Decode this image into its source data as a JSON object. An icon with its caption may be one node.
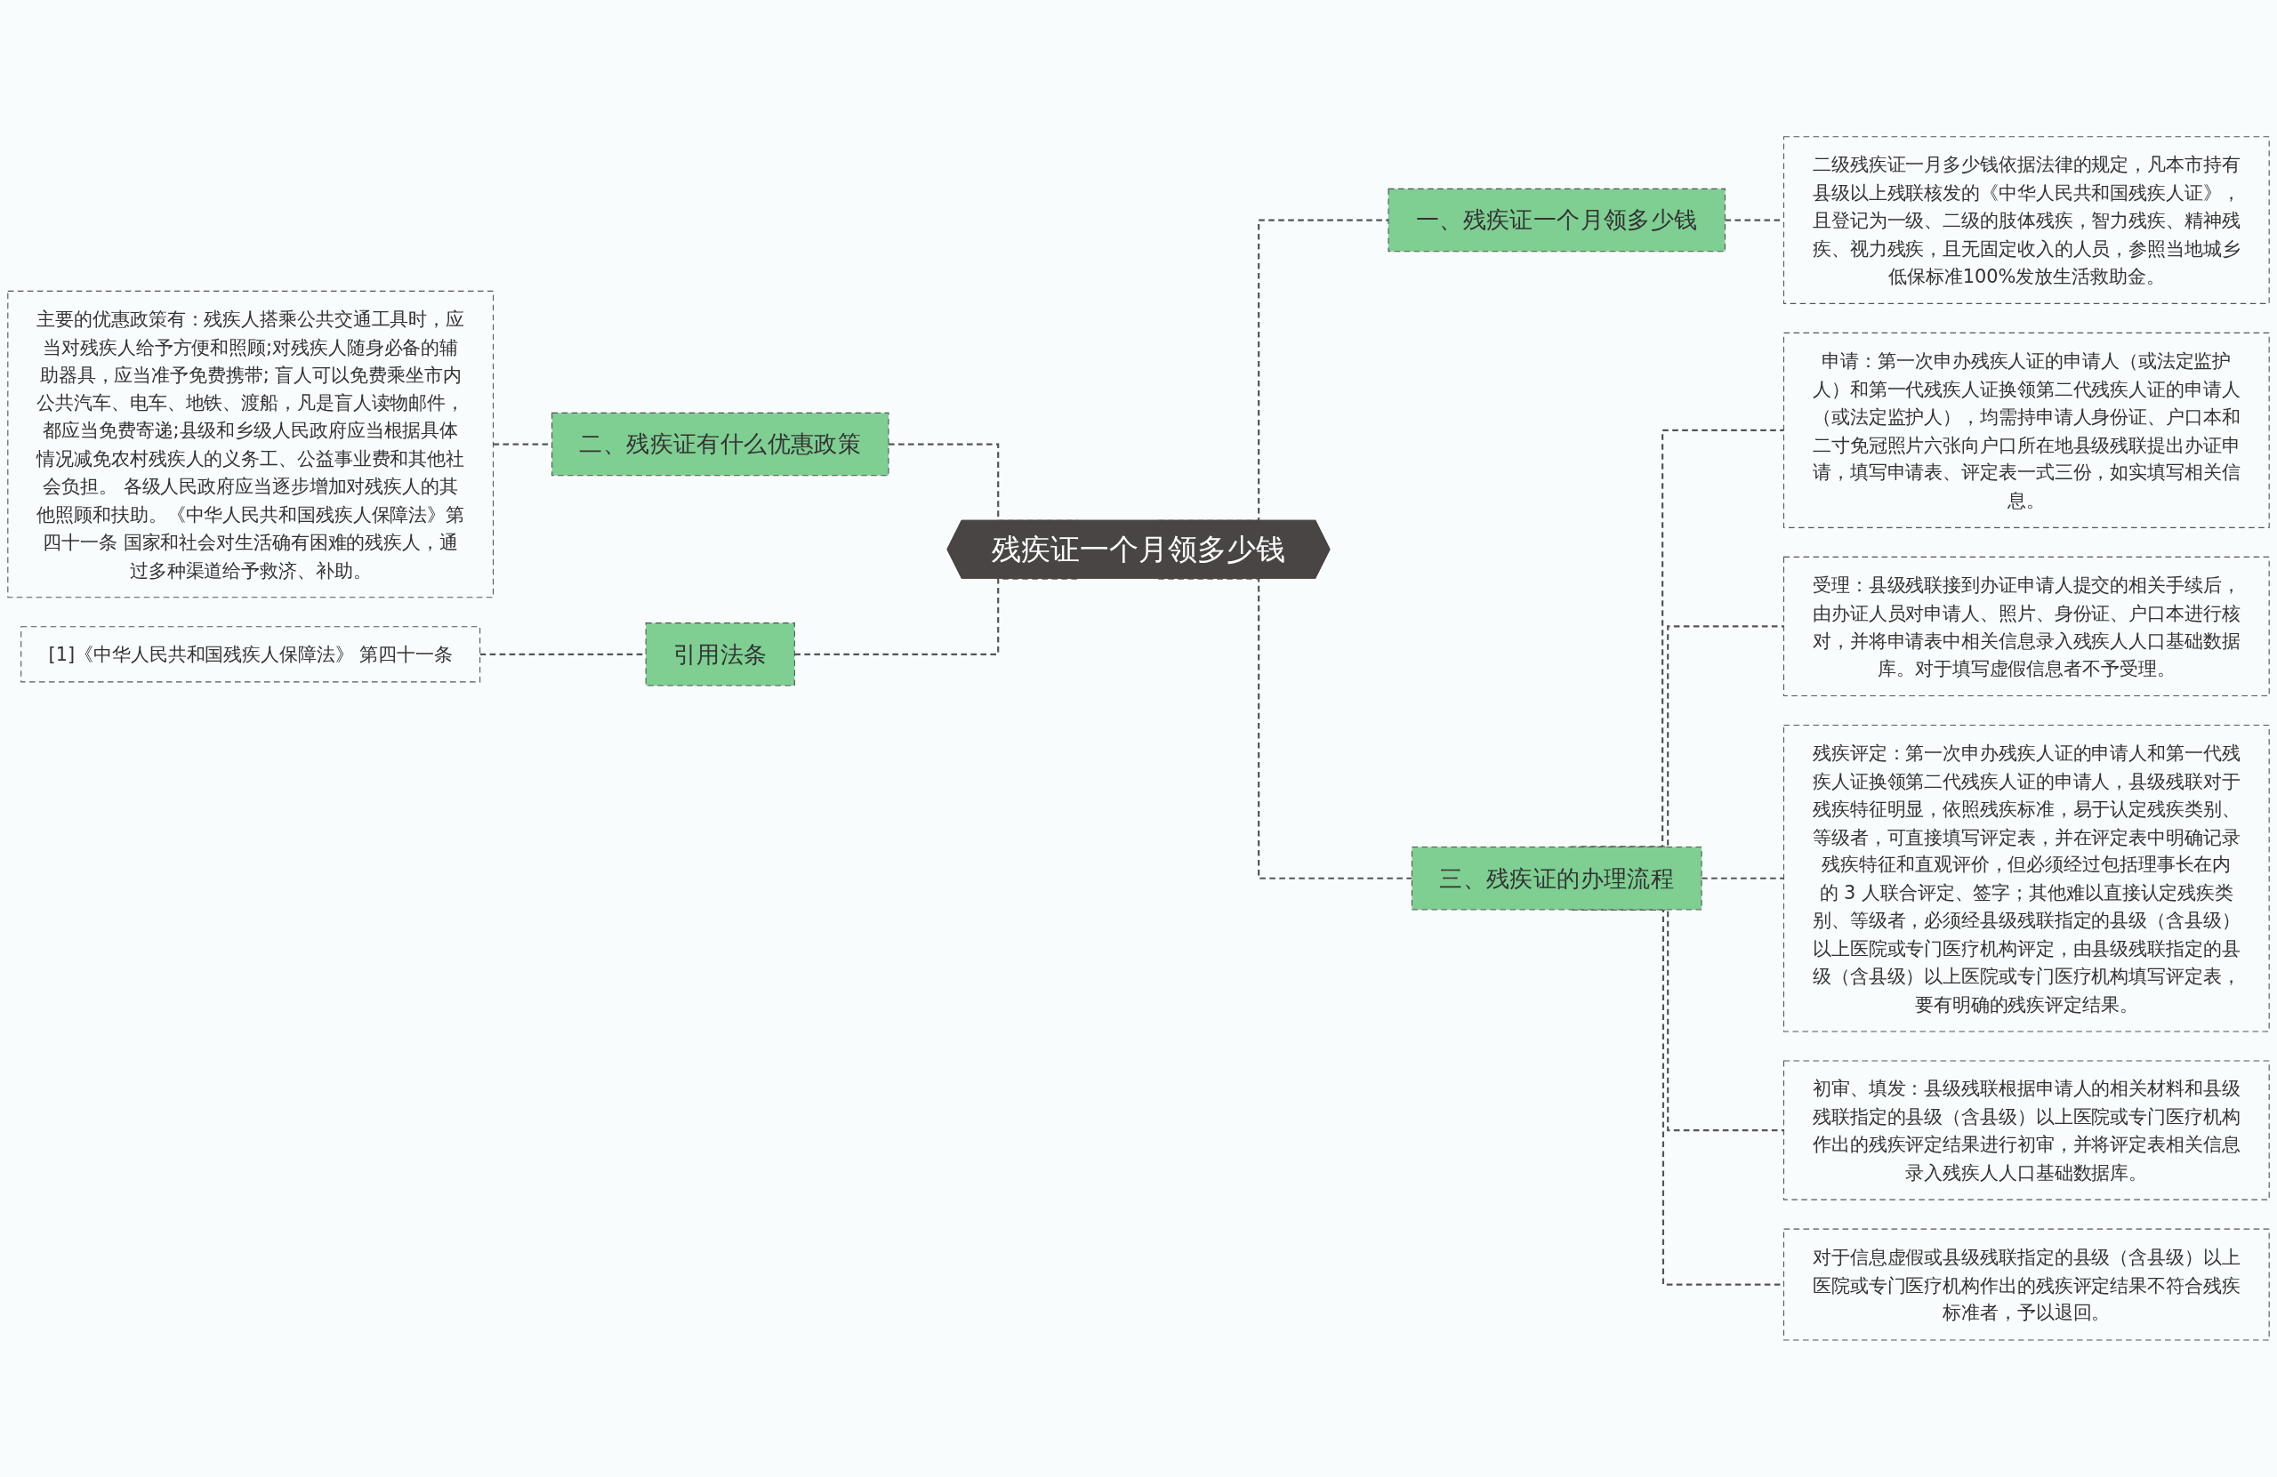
{
  "diagram": {
    "nodes": [
      {
        "text": [
          "残疾证一个月领多少钱"
        ]
      },
      {
        "text": [
          "一、残疾证一个月领多少钱"
        ]
      },
      {
        "text": [
          "二级残疾证一月多少钱依据法律的规定，凡本市持有县级以上残联核发的《中华人民共和国残疾人证》，且登记为一级、二级的肢体残疾，智力残疾、精神残疾、视力残疾，且无固定收入的人员，参照当地城乡低保标准100%发放生活救助金。"
        ]
      },
      {
        "text": [
          "二、残疾证有什么优惠政策"
        ]
      },
      {
        "text": [
          "主要的优惠政策有：残疾人搭乘公共交通工具时，应当对残疾人给予方便和照顾;对残疾人随身必备的辅助器具，应当准予免费携带; 盲人可以免费乘坐市内公共汽车、电车、地铁、渡船，凡是盲人读物邮件，都应当免费寄递;县级和乡级人民政府应当根据具体情况减免农村残疾人的义务工、公益事业费和其他社会负担。 各级人民政府应当逐步增加对残疾人的其他照顾和扶助。《中华人民共和国残疾人保障法》第四十一条 国家和社会对生活确有困难的残疾人，通过多种渠道给予救济、补助。"
        ]
      },
      {
        "text": [
          "引用法条"
        ]
      },
      {
        "text": [
          "[1]《中华人民共和国残疾人保障法》 第四十一条"
        ]
      },
      {
        "text": [
          "三、残疾证的办理流程"
        ]
      },
      {
        "text": [
          "申请：第一次申办残疾人证的申请人（或法定监护人）和第一代残疾人证换领第二代残疾人证的申请人（或法定监护人），均需持申请人身份证、户口本和二寸免冠照片六张向户口所在地县级残联提出办证申请，填写申请表、评定表一式三份，如实填写相关信息。"
        ]
      },
      {
        "text": [
          "受理：县级残联接到办证申请人提交的相关手续后，由办证人员对申请人、照片、身份证、户口本进行核对，并将申请表中相关信息录入残疾人人口基础数据库。对于填写虚假信息者不予受理。"
        ]
      },
      {
        "text": [
          "残疾评定：第一次申办残疾人证的申请人和第一代残疾人证换领第二代残疾人证的申请人，县级残联对于残疾特征明显，依照残疾标准，易于认定残疾类别、等级者，可直接填写评定表，并在评定表中明确记录残疾特征和直观评价，但必须经过包括理事长在内的 3 人联合评定、签字；其他难以直接认定残疾类别、等级者，必须经县级残联指定的县级（含县级）以上医院或专门医疗机构评定，由县级残联指定的县级（含县级）以上医院或专门医疗机构填写评定表，要有明确的残疾评定结果。"
        ]
      },
      {
        "text": [
          "初审、填发：县级残联根据申请人的相关材料和县级残联指定的县级（含县级）以上医院或专门医疗机构作出的残疾评定结果进行初审，并将评定表相关信息录入残疾人人口基础数据库。"
        ]
      },
      {
        "text": [
          "对于信息虚假或县级残联指定的县级（含县级）以上医院或专门医疗机构作出的残疾评定结果不符合残疾标准者，予以退回。"
        ]
      }
    ],
    "edges": [
      {
        "from": 0,
        "to": 1,
        "arrow": "none",
        "style": "dashed"
      },
      {
        "from": 1,
        "to": 2,
        "arrow": "none",
        "style": "dashed"
      },
      {
        "from": 0,
        "to": 3,
        "arrow": "none",
        "style": "dashed"
      },
      {
        "from": 3,
        "to": 4,
        "arrow": "none",
        "style": "dashed"
      },
      {
        "from": 0,
        "to": 5,
        "arrow": "none",
        "style": "dashed"
      },
      {
        "from": 5,
        "to": 6,
        "arrow": "none",
        "style": "dashed"
      },
      {
        "from": 0,
        "to": 7,
        "arrow": "none",
        "style": "dashed"
      },
      {
        "from": 7,
        "to": 8,
        "arrow": "none",
        "style": "dashed"
      },
      {
        "from": 7,
        "to": 9,
        "arrow": "none",
        "style": "dashed"
      },
      {
        "from": 7,
        "to": 10,
        "arrow": "none",
        "style": "dashed"
      },
      {
        "from": 7,
        "to": 11,
        "arrow": "none",
        "style": "dashed"
      },
      {
        "from": 7,
        "to": 12,
        "arrow": "none",
        "style": "dashed"
      }
    ]
  }
}
